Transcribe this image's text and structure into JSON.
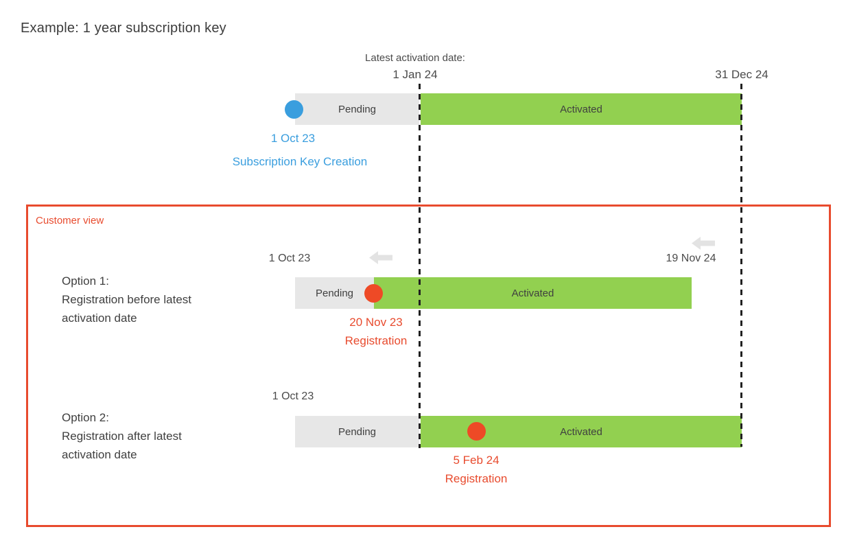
{
  "title": "Example: 1 year subscription key",
  "colors": {
    "blue": "#3A9EDE",
    "green": "#92D050",
    "gray_bar": "#E7E7E7",
    "red": "#E84B2E",
    "red_dot": "#EE4A26",
    "text_dark": "#3F3F3F",
    "arrow_gray": "#E3E3E3",
    "dash_line": "#212121"
  },
  "axis": {
    "latest_activation_label": "Latest activation date:",
    "latest_activation_date": "1 Jan 24",
    "end_date": "31 Dec 24"
  },
  "key_timeline": {
    "pending_label": "Pending",
    "activated_label": "Activated",
    "creation_date": "1 Oct 23",
    "creation_label": "Subscription Key Creation"
  },
  "customer_view": {
    "label": "Customer view",
    "option1": {
      "title": "Option 1:",
      "desc_line1": "Registration before latest",
      "desc_line2": "activation date",
      "start_date": "1 Oct 23",
      "end_date": "19 Nov 24",
      "pending_label": "Pending",
      "activated_label": "Activated",
      "registration_date": "20 Nov 23",
      "registration_label": "Registration"
    },
    "option2": {
      "title": "Option 2:",
      "desc_line1": "Registration after latest",
      "desc_line2": "activation date",
      "start_date": "1 Oct 23",
      "pending_label": "Pending",
      "activated_label": "Activated",
      "registration_date": "5 Feb 24",
      "registration_label": "Registration"
    }
  }
}
